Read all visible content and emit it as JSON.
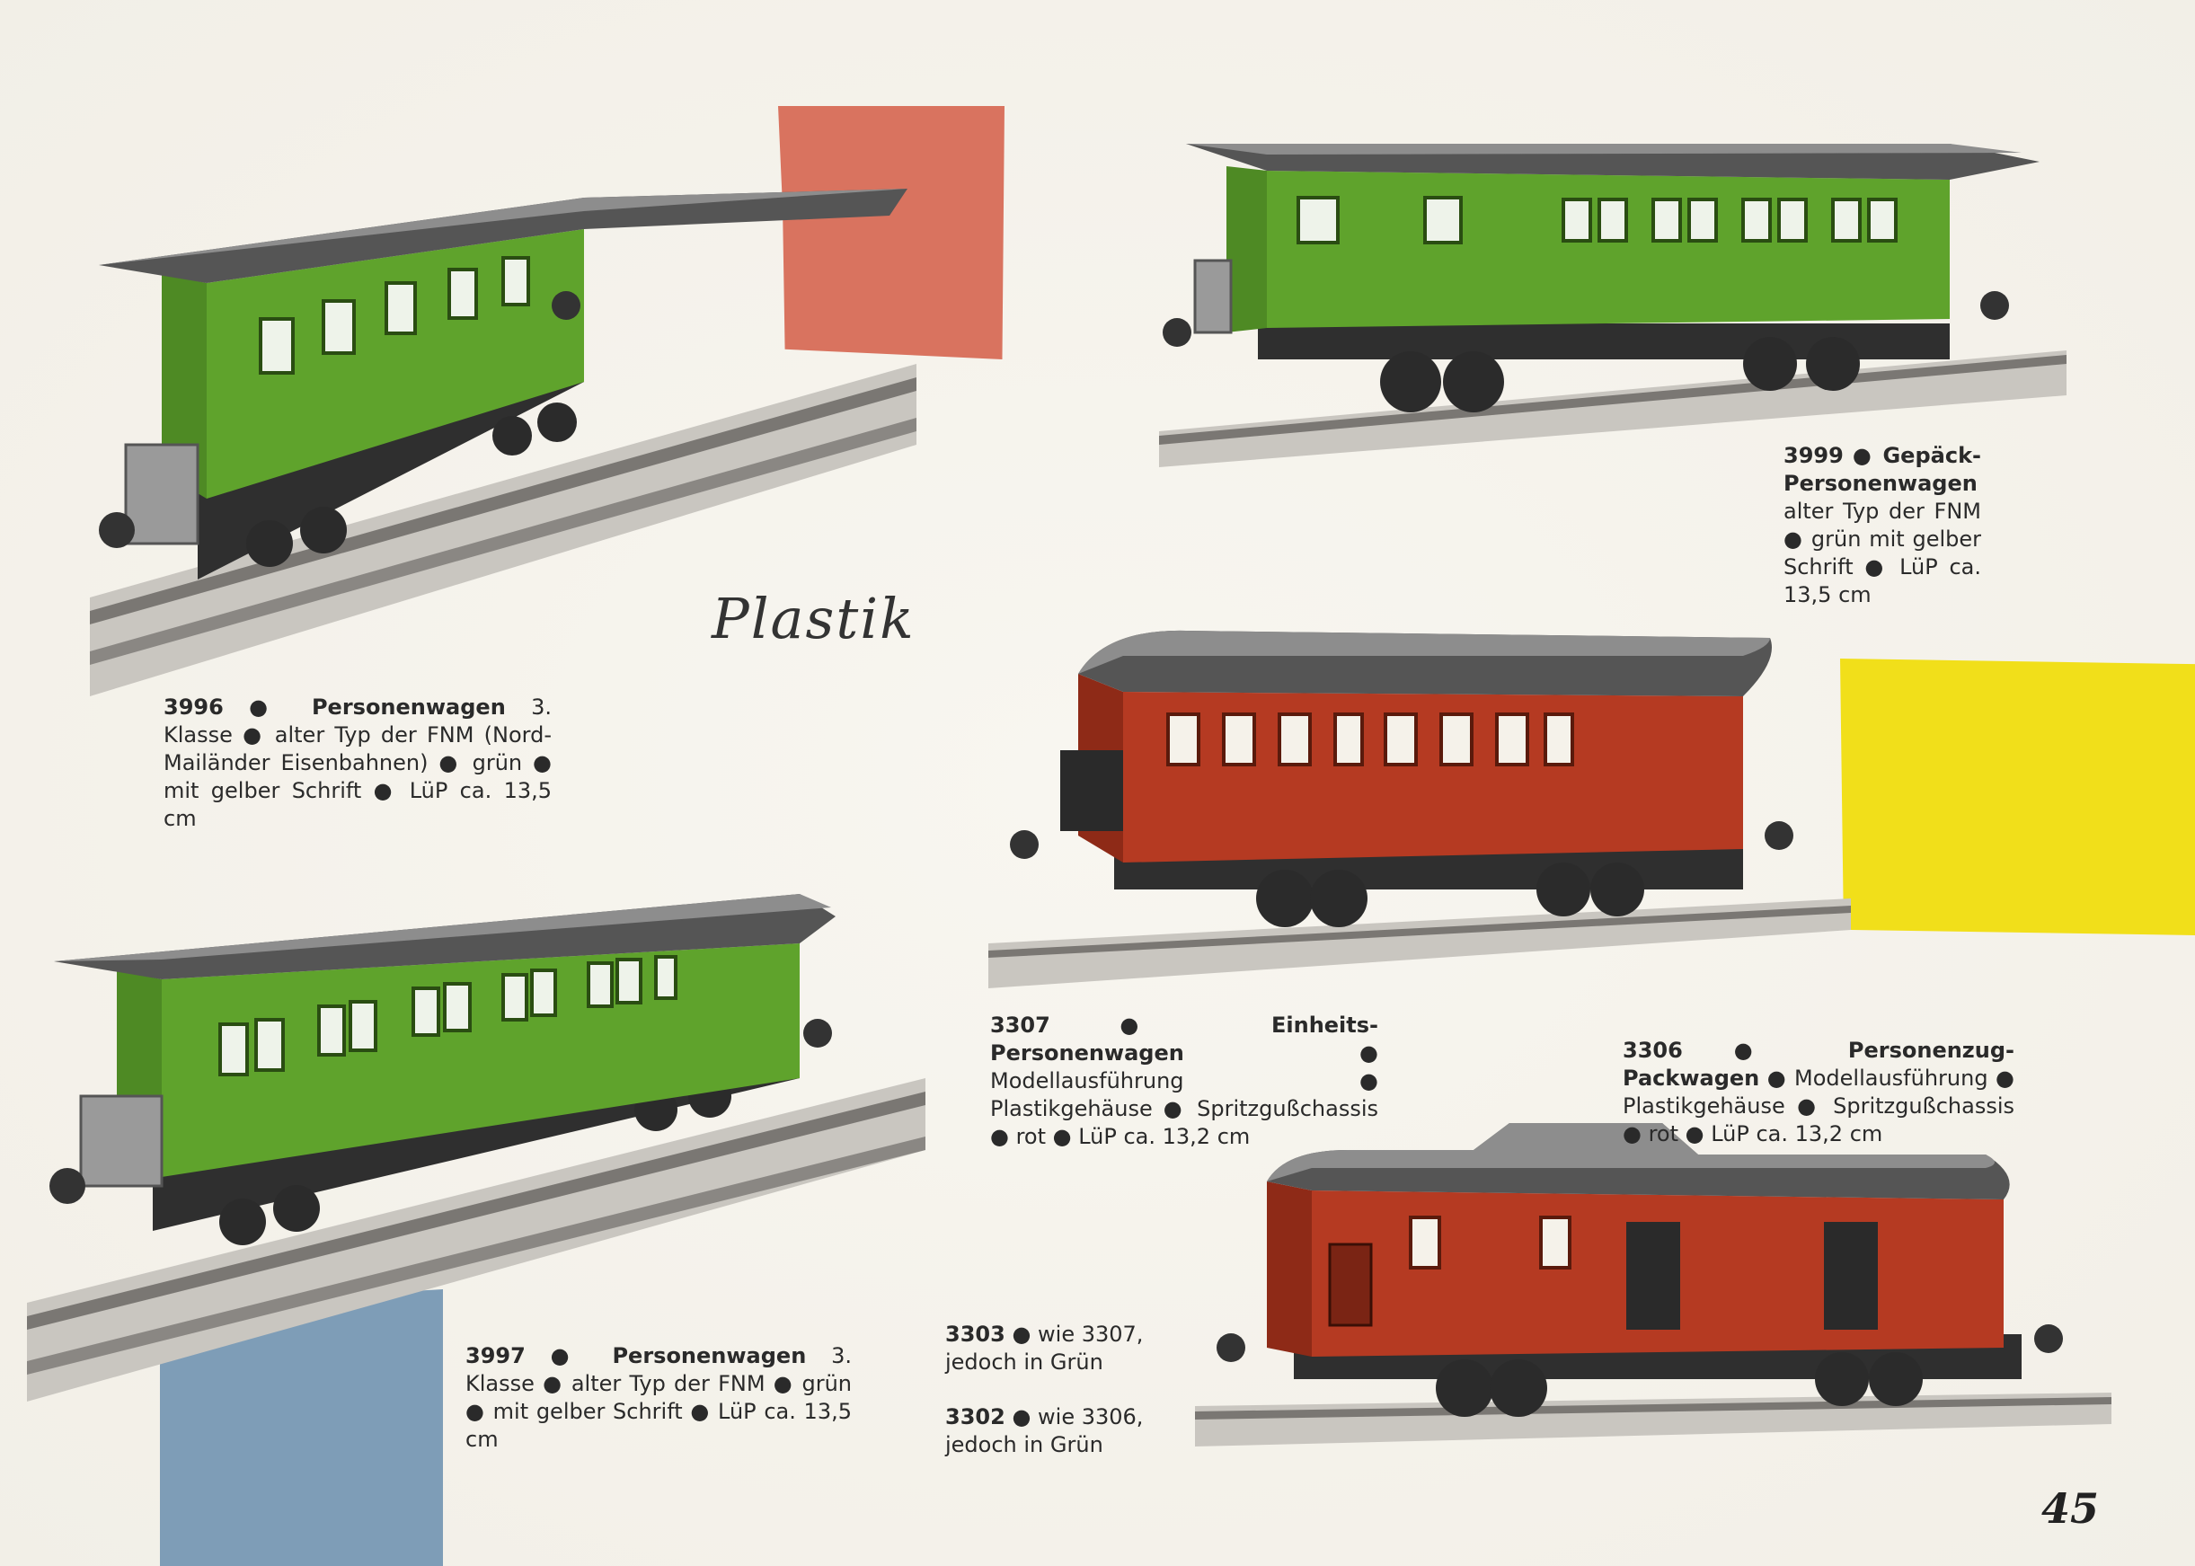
{
  "script_label": "Plastik",
  "page_number": "45",
  "colors": {
    "salmon": "#d9735f",
    "yellow": "#f1df1a",
    "blue": "#7e9db7",
    "green_car": "#5fa32c",
    "red_car": "#b53a22"
  },
  "captions": {
    "c3996": {
      "code": "3996",
      "name": "Personenwagen",
      "text": "3. Klasse ● alter Typ der FNM (Nord-Mailänder Eisenbahnen) ● grün ● mit gelber Schrift ● LüP ca. 13,5 cm"
    },
    "c3999": {
      "code": "3999",
      "name": "Gepäck-Personenwagen",
      "text": "alter Typ der FNM ● grün mit gelber Schrift ● LüP ca. 13,5 cm"
    },
    "c3997": {
      "code": "3997",
      "name": "Personenwagen",
      "text": "3. Klasse ● alter Typ der FNM ● grün ● mit gelber Schrift ● LüP ca. 13,5 cm"
    },
    "c3307": {
      "code": "3307",
      "name": "Einheits-Personenwagen",
      "text": "● Modellausführung ● Plastikgehäuse ● Spritzgußchassis ● rot ● LüP ca. 13,2 cm"
    },
    "c3306": {
      "code": "3306",
      "name": "Personenzug-Packwagen",
      "text": "● Modellausführung ● Plastikgehäuse ● Spritzgußchassis ● rot ● LüP ca. 13,2 cm"
    },
    "c3303": {
      "code": "3303",
      "name": "",
      "text": "wie 3307, jedoch in Grün"
    },
    "c3302": {
      "code": "3302",
      "name": "",
      "text": "wie 3306, jedoch in Grün"
    }
  }
}
